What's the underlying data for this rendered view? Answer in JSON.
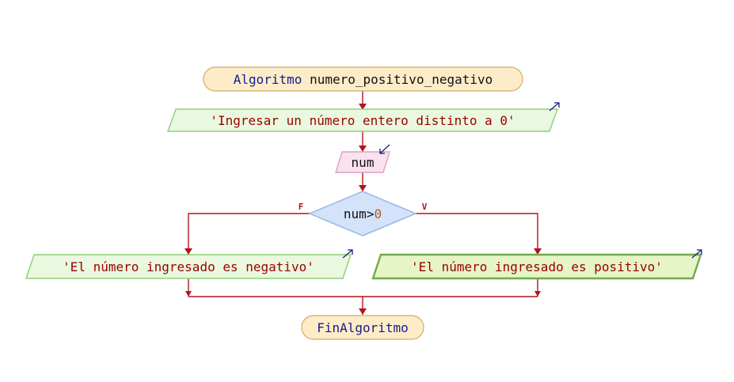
{
  "flowchart": {
    "start": {
      "keyword": "Algoritmo",
      "name": "numero_positivo_negativo"
    },
    "output_prompt": {
      "text": "'Ingresar un número entero distinto a 0'"
    },
    "input": {
      "variable": "num"
    },
    "decision": {
      "left_operand": "num",
      "operator": ">",
      "right_operand": "0",
      "false_label": "F",
      "true_label": "V"
    },
    "output_negative": {
      "text": "'El número ingresado es negativo'"
    },
    "output_positive": {
      "text": "'El número ingresado es positivo'"
    },
    "end": {
      "keyword": "FinAlgoritmo"
    }
  },
  "colors": {
    "line": "#b3141f",
    "keyword": "#1a1a8c",
    "string": "#9b0000",
    "number": "#b06020",
    "identifier": "#111111",
    "terminal_fill": "#fcecc8",
    "terminal_stroke": "#d8b878",
    "output_fill": "#e9f8df",
    "output_fill_active": "#e6f5c6",
    "output_stroke": "#8fcf7a",
    "input_fill": "#fbe2ef",
    "input_stroke": "#e2a0c0",
    "decision_fill": "#d4e2fa",
    "decision_stroke": "#95b2e0",
    "arrow_icon": "#1a1a8c"
  }
}
